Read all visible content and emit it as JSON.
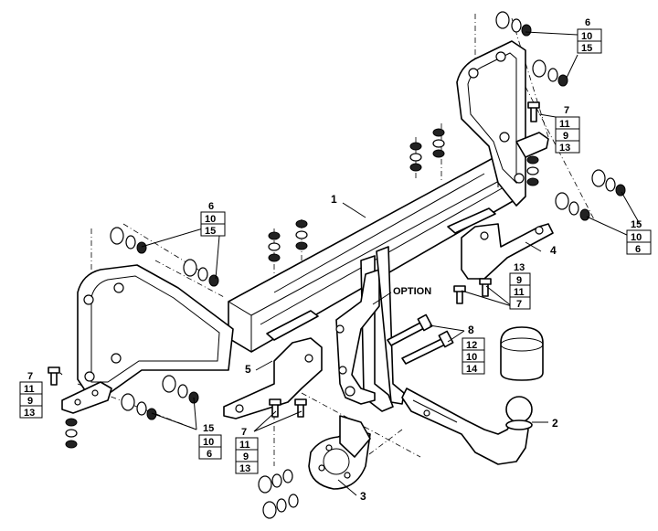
{
  "diagram": {
    "option_label": "OPTION",
    "callouts": {
      "c_beam": "1",
      "c_ball": "2",
      "c_socket_plate": "3",
      "c_right_bracket": "4",
      "c_left_bracket": "5",
      "c_bolts": "8"
    },
    "stacks": {
      "s_top_right": [
        "6",
        "10",
        "15"
      ],
      "s_upper_right_bolt": [
        "7",
        "11",
        "9",
        "13"
      ],
      "s_right_mid": [
        "15",
        "10",
        "6"
      ],
      "s_left_upper": [
        "6",
        "10",
        "15"
      ],
      "s_center_bolt": [
        "13",
        "9",
        "11",
        "7"
      ],
      "s_bolts_8": [
        "12",
        "10",
        "14"
      ],
      "s_left_bolt": [
        "7",
        "11",
        "9",
        "13"
      ],
      "s_lower_left": [
        "15",
        "10",
        "6"
      ],
      "s_lower_center": [
        "7",
        "11",
        "9",
        "13"
      ]
    }
  }
}
